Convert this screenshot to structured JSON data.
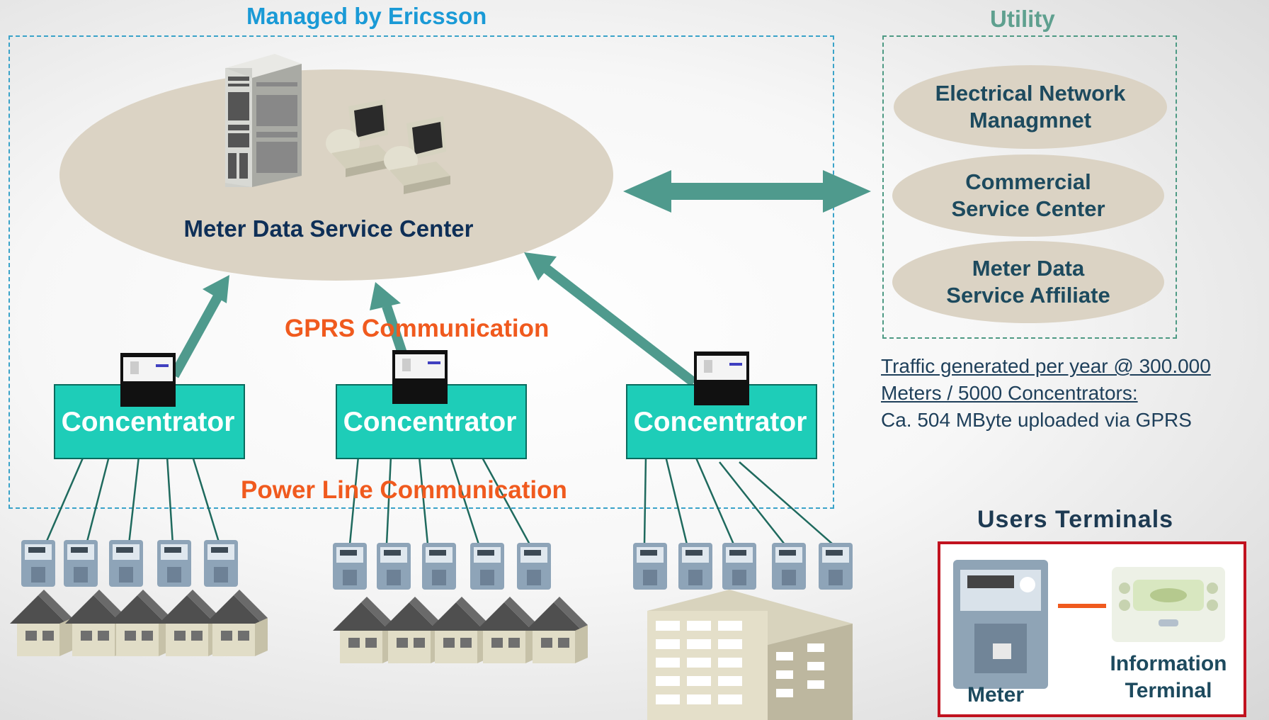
{
  "managed_title": "Managed by Ericsson",
  "utility_title": "Utility",
  "center_label": "Meter Data Service Center",
  "utility_items": [
    {
      "line1": "Electrical Network",
      "line2": "Managmnet"
    },
    {
      "line1": "Commercial",
      "line2": "Service Center"
    },
    {
      "line1": "Meter Data",
      "line2": "Service Affiliate"
    }
  ],
  "gprs_label": "GPRS Communication",
  "plc_label": "Power Line Communication",
  "concentrators": [
    "Concentrator",
    "Concentrator",
    "Concentrator"
  ],
  "traffic": {
    "line1": "Traffic generated per year @ 300.000",
    "line2": "Meters / 5000 Concentrators:",
    "line3": "Ca. 504 MByte uploaded via GPRS"
  },
  "users_title": "Users Terminals",
  "meter_label": "Meter",
  "info_terminal": {
    "line1": "Information",
    "line2": "Terminal"
  },
  "colors": {
    "arrow": "#4f9a8d",
    "concentrator": "#1ecdb8",
    "ellipse": "#dbd3c4",
    "orange": "#f05a1e",
    "frame_red": "#c1121f"
  }
}
